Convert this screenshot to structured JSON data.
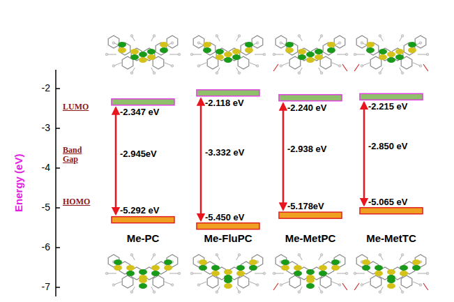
{
  "diagram": {
    "labels": [
      "-2",
      "-3",
      "-4",
      "-5",
      "-6",
      "-7",
      "Energy (eV)",
      "LUMO",
      "Band Gap",
      "HOMO",
      "-2.347 eV",
      "-2.945eV",
      "-5.292 eV",
      "Me-PC",
      "-2.118 eV",
      "-3.332 eV",
      "-5.450 eV",
      "Me-FluPC",
      "-2.240 eV",
      "-2.938 eV",
      "-5.178eV",
      "Me-MetPC",
      "-2.215 eV",
      "-2.850 eV",
      "-5.065 eV",
      "Me-MetTC"
    ]
  }
}
